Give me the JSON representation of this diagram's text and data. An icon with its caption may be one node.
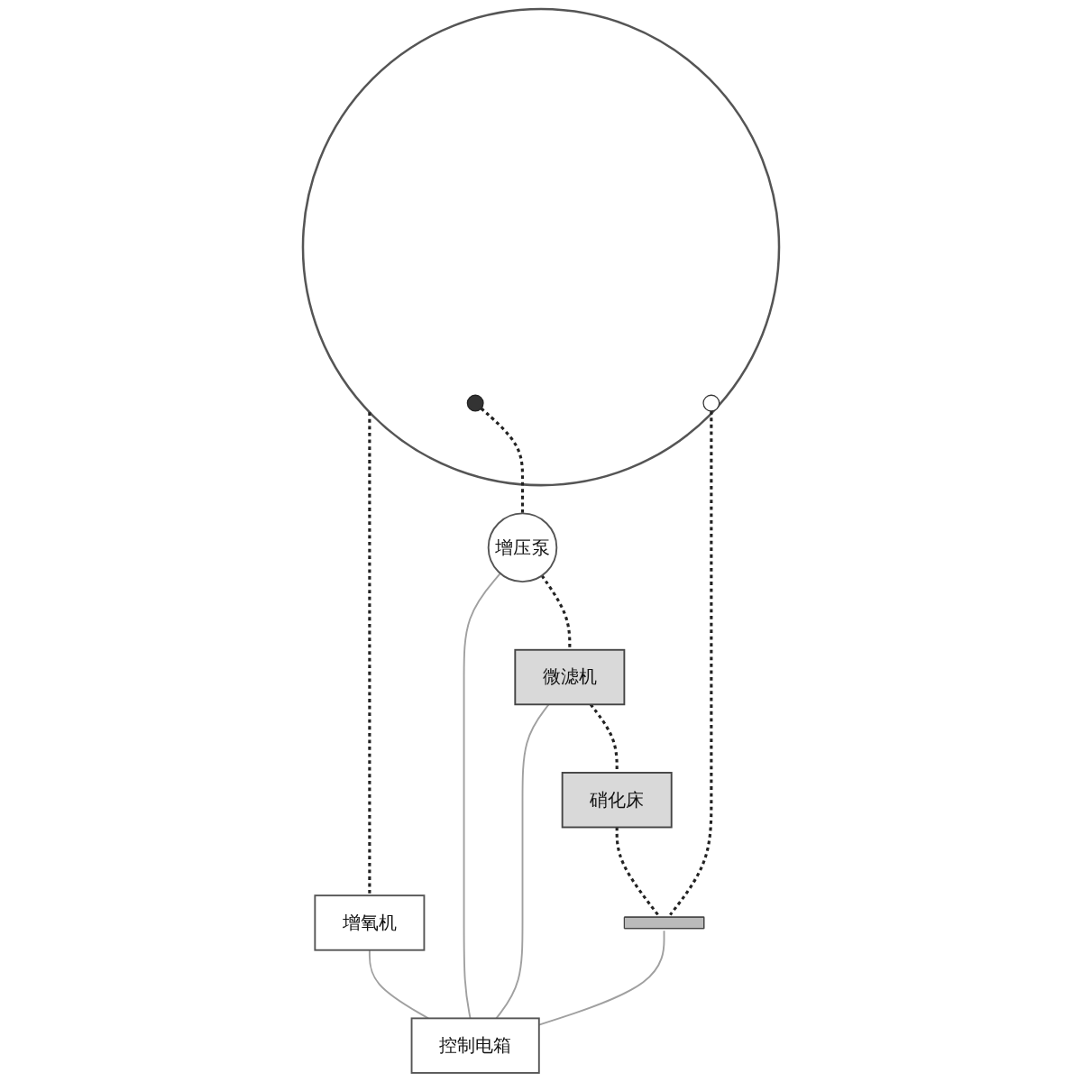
{
  "diagram": {
    "nodes": [
      {
        "text": [],
        "shape": "circle"
      },
      {
        "text": [],
        "shape": "circle",
        "in": 0
      },
      {
        "text": [],
        "shape": "circle",
        "in": 0
      },
      {
        "text": [
          "控制电箱"
        ]
      },
      {
        "text": [
          "增氧机"
        ]
      },
      {
        "text": [
          "增压泵"
        ]
      },
      {
        "text": [
          "微滤机"
        ]
      },
      {
        "text": [
          "硝化床"
        ]
      },
      {
        "text": [],
        "shape": "bar"
      }
    ],
    "edges": [
      {
        "from": 0,
        "to": 4,
        "arrow": "none",
        "style": "dashed"
      },
      {
        "from": 1,
        "to": 5,
        "arrow": "none",
        "style": "dashed"
      },
      {
        "from": 5,
        "to": 6,
        "arrow": "none",
        "style": "dashed"
      },
      {
        "from": 6,
        "to": 7,
        "arrow": "none",
        "style": "dashed"
      },
      {
        "from": 7,
        "to": 8,
        "arrow": "none",
        "style": "dashed"
      },
      {
        "from": 2,
        "to": 8,
        "arrow": "none",
        "style": "dashed"
      },
      {
        "from": 4,
        "to": 3,
        "arrow": "none",
        "color": "#a0a0a0"
      },
      {
        "from": 5,
        "to": 3,
        "arrow": "none",
        "color": "#a0a0a0"
      },
      {
        "from": 6,
        "to": 3,
        "arrow": "none",
        "color": "#a0a0a0"
      },
      {
        "from": 8,
        "to": 3,
        "arrow": "none",
        "color": "#a0a0a0"
      }
    ]
  }
}
